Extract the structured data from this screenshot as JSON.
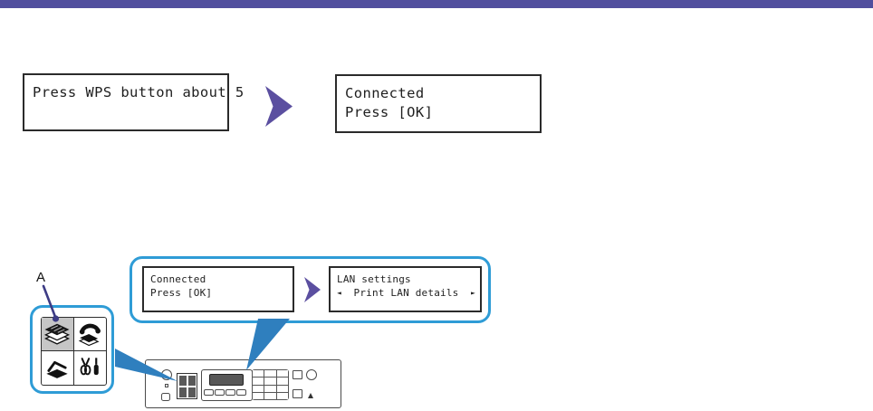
{
  "header": {
    "bar_color": "#514f9e"
  },
  "wps_sequence": {
    "screen_before": {
      "line1": "Press WPS button about 5"
    },
    "screen_after": {
      "line1": "Connected",
      "line2": "Press [OK]"
    }
  },
  "panel_figure": {
    "callout_label": "A",
    "mode_buttons": [
      {
        "name": "copy",
        "icon": "copy-icon",
        "selected": true
      },
      {
        "name": "fax",
        "icon": "fax-icon",
        "selected": false
      },
      {
        "name": "scan",
        "icon": "scan-icon",
        "selected": false
      },
      {
        "name": "setup",
        "icon": "setup-icon",
        "selected": false
      }
    ]
  },
  "lan_sequence": {
    "screen_before": {
      "line1": "Connected",
      "line2": "Press [OK]"
    },
    "screen_after": {
      "line1": "LAN settings",
      "line2": "Print LAN details",
      "prev_arrow": "◄",
      "next_arrow": "►"
    }
  },
  "colors": {
    "top_bar": "#514f9e",
    "arrow_purple": "#5b4fa0",
    "callout_border_blue": "#2f9cd6",
    "pointer_wedge_blue": "#2f7fbe",
    "label_pointer_indigo": "#3d3c85",
    "lcd_border": "#2b2b2b",
    "selected_key_gray": "#c6c6c6",
    "dark_key_gray": "#595959"
  }
}
